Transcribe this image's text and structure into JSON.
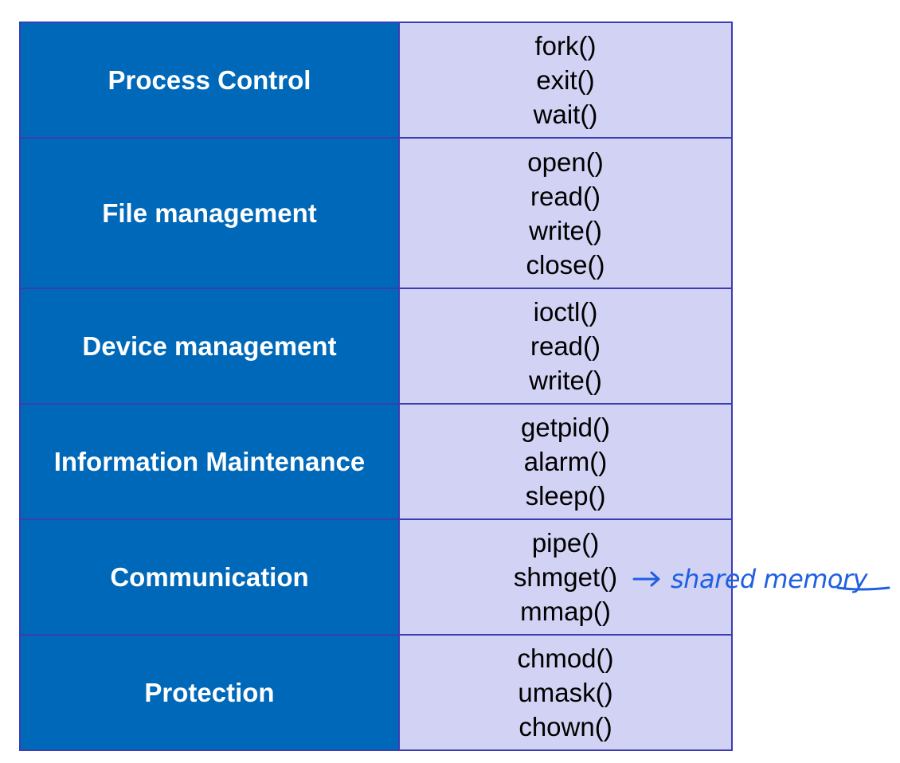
{
  "rows": [
    {
      "category": "Process Control",
      "calls": [
        "fork()",
        "exit()",
        "wait()"
      ]
    },
    {
      "category": "File management",
      "calls": [
        "open()",
        "read()",
        "write()",
        "close()"
      ]
    },
    {
      "category": "Device management",
      "calls": [
        "ioctl()",
        "read()",
        "write()"
      ]
    },
    {
      "category": "Information Maintenance",
      "calls": [
        "getpid()",
        "alarm()",
        "sleep()"
      ]
    },
    {
      "category": "Communication",
      "calls": [
        "pipe()",
        "shmget()",
        "mmap()"
      ]
    },
    {
      "category": "Protection",
      "calls": [
        "chmod()",
        "umask()",
        "chown()"
      ]
    }
  ],
  "annotation": {
    "text": "shared memory",
    "color": "#1f5fe0"
  },
  "colors": {
    "category_bg": "#0068b8",
    "calls_bg": "#d2d2f4",
    "border": "#3c3cb4"
  }
}
